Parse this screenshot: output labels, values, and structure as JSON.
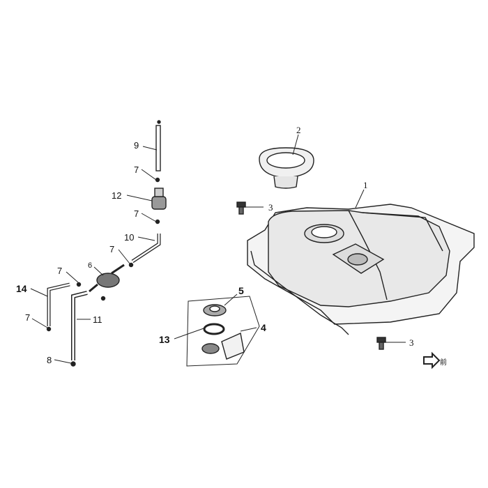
{
  "labels": {
    "p1": "1",
    "p2": "2",
    "p3a": "3",
    "p3b": "3",
    "p4": "4",
    "p5": "5",
    "p6": "6",
    "p7a": "7",
    "p7b": "7",
    "p7c": "7",
    "p7d": "7",
    "p7e": "7",
    "p8": "8",
    "p9": "9",
    "p10": "10",
    "p11": "11",
    "p12": "12",
    "p13": "13",
    "p14": "14",
    "front": "前"
  }
}
